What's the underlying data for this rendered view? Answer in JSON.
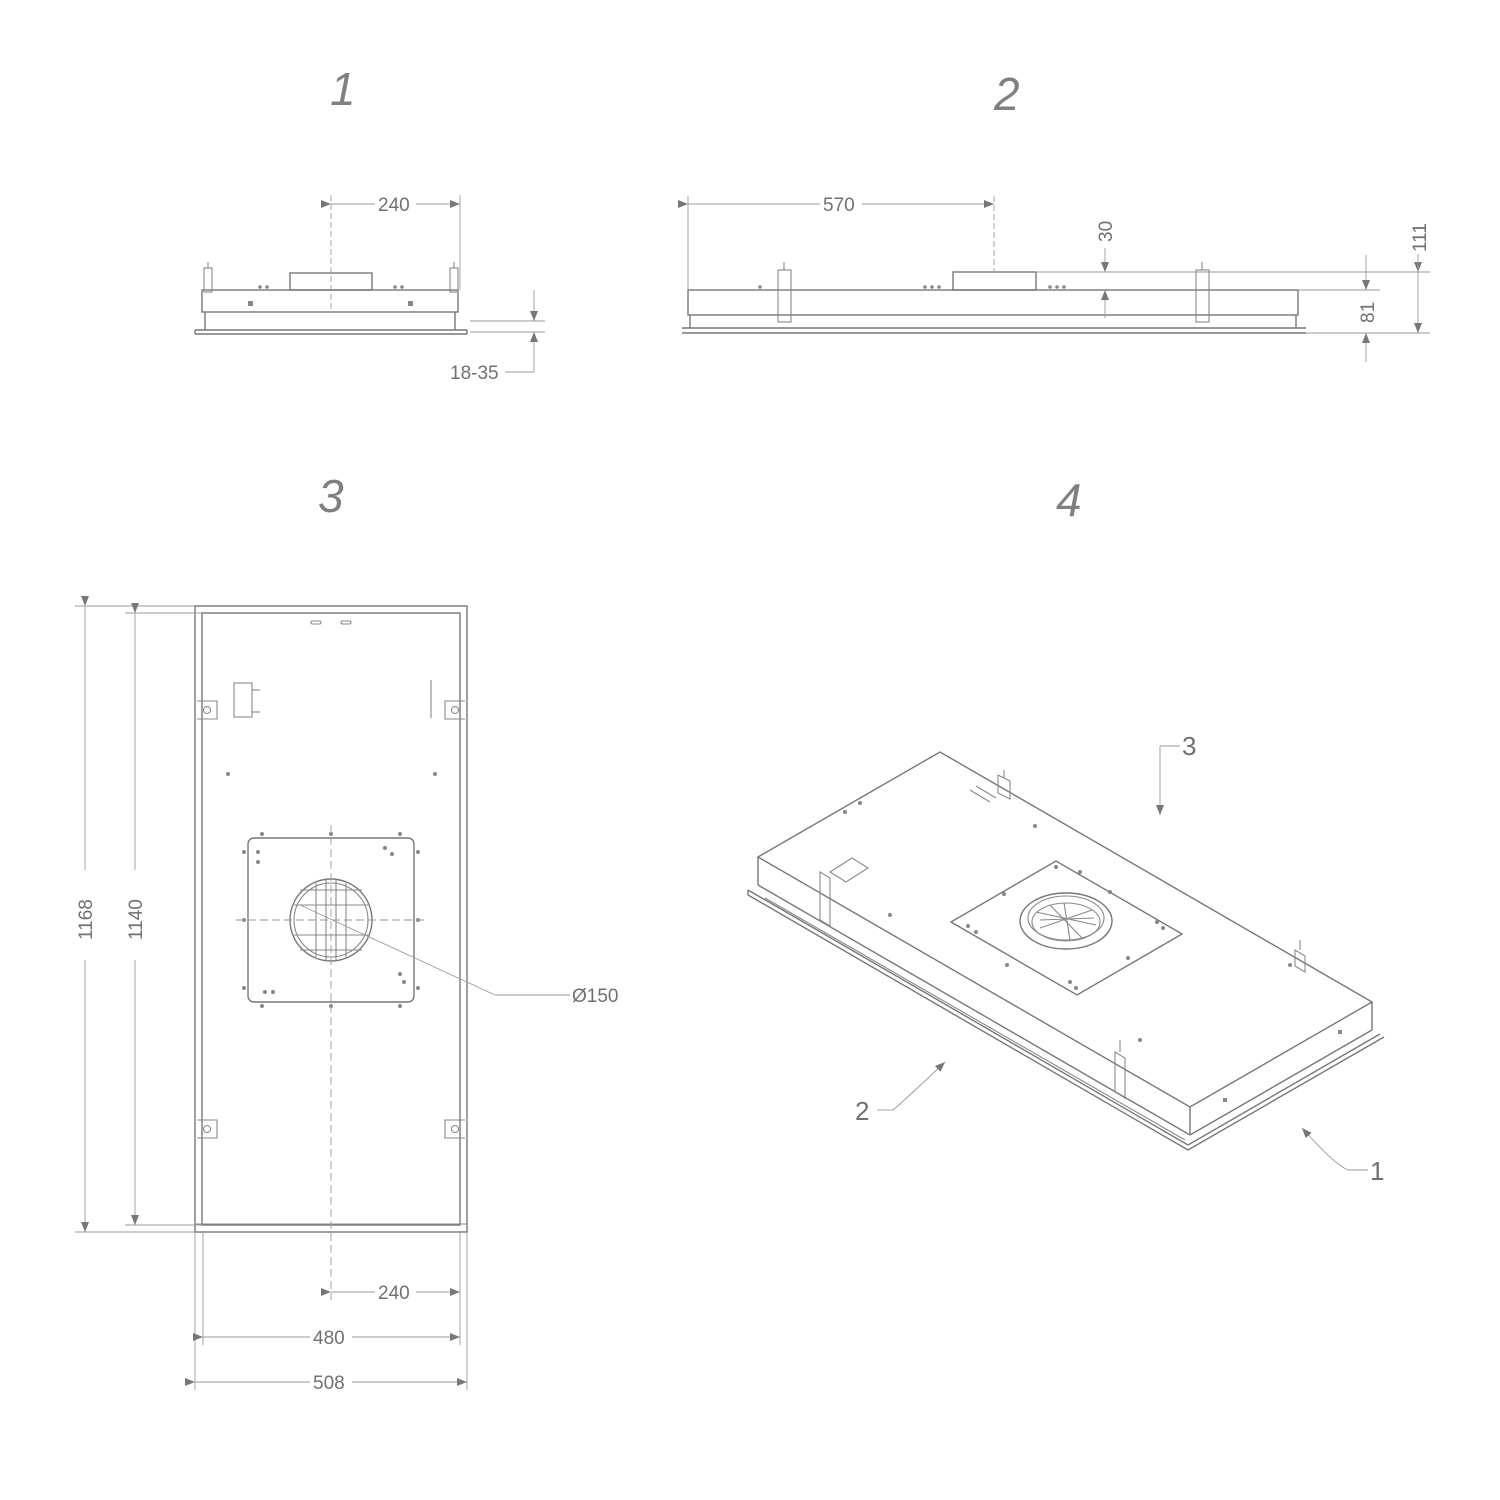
{
  "views": {
    "v1": "1",
    "v2": "2",
    "v3": "3",
    "v4": "4"
  },
  "dims": {
    "front_width": "240",
    "front_depth": "18-35",
    "side_length": "570",
    "side_step": "30",
    "side_total_height": "111",
    "side_body_height": "81",
    "top_outer_length": "1168",
    "top_inner_length": "1140",
    "top_duct_diameter": "Ø150",
    "top_center_offset": "240",
    "top_inner_width": "480",
    "top_outer_width": "508"
  },
  "callouts": {
    "c1": "1",
    "c2": "2",
    "c3": "3"
  },
  "colors": {
    "line": "#777777",
    "text": "#707070"
  }
}
